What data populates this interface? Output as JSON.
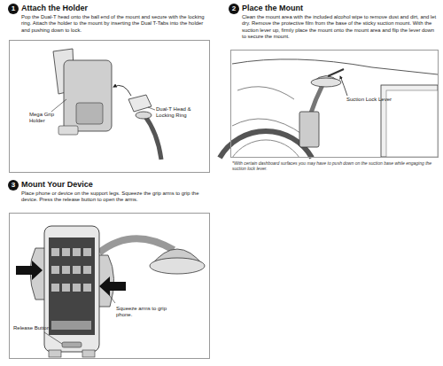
{
  "diagram": {
    "nodes": [
      {
        "text": [
          "1"
        ]
      },
      {
        "text": [
          "Mega Grip Holder",
          "Dual-T Head & Locking Ring"
        ]
      },
      {
        "text": [
          "2"
        ]
      },
      {
        "text": [
          "Suction Lock Lever"
        ]
      },
      {
        "text": [
          "3"
        ]
      },
      {
        "text": [
          "Squeeze arms to grip phone.",
          "Release Button"
        ]
      }
    ],
    "labels": [
      "Attach the Holder",
      "Pop the Dual-T head onto the ball end of the mount and secure with the locking ring. Attach the holder to the mount by inserting the Dual T-Tabs into the holder and pushing down to lock.",
      "Place the Mount",
      "Clean the mount area with the included alcohol wipe to remove dust and dirt, and let dry. Remove the protective film from the base of the sticky suction mount. With the suction lever up, firmly place the mount onto the mount area and flip the lever down to secure the mount.",
      "*With certain dashboard surfaces you may have to push down on the suction base while engaging the suction lock lever.",
      "Mount Your Device",
      "Place phone or device on the support legs. Squeeze the grip arms to grip the device. Press the release button to open the arms."
    ]
  }
}
